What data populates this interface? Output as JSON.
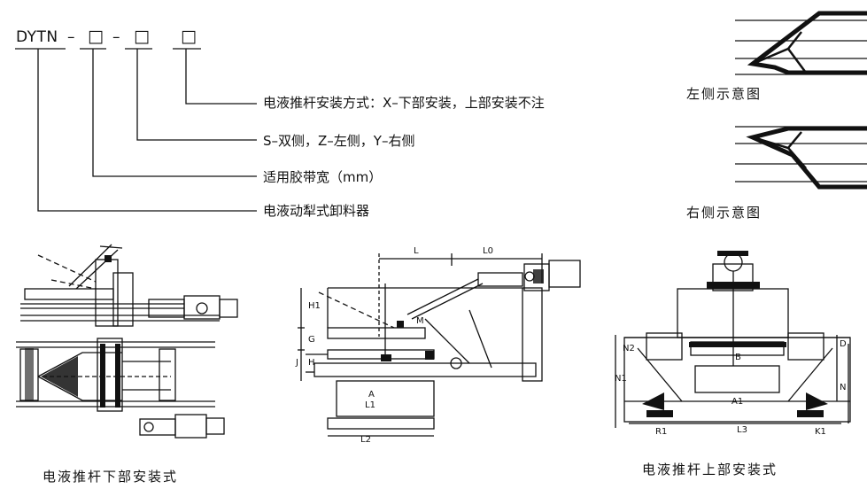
{
  "model_code": {
    "prefix": "DYTN",
    "separator": "–",
    "placeholder": "□"
  },
  "legend": [
    {
      "text": "电液推杆安装方式：X–下部安装，上部安装不注"
    },
    {
      "text": "S–双侧，Z–左侧，Y–右侧"
    },
    {
      "text": "适用胶带宽（mm）"
    },
    {
      "text": "电液动犁式卸料器"
    }
  ],
  "side_views": {
    "left_label": "左侧示意图",
    "right_label": "右侧示意图"
  },
  "captions": {
    "lower_mount": "电液推杆下部安装式",
    "upper_mount": "电液推杆上部安装式"
  },
  "dimension_labels": {
    "L": "L",
    "L0": "L0",
    "H1": "H1",
    "G": "G",
    "H": "H",
    "J": "J",
    "M": "M",
    "A": "A",
    "L1": "L1",
    "L2": "L2",
    "B": "B",
    "N1": "N1",
    "N2": "N2",
    "N": "N",
    "L3": "L3",
    "R1": "R1",
    "K1": "K1",
    "A1": "A1",
    "D": "D"
  }
}
